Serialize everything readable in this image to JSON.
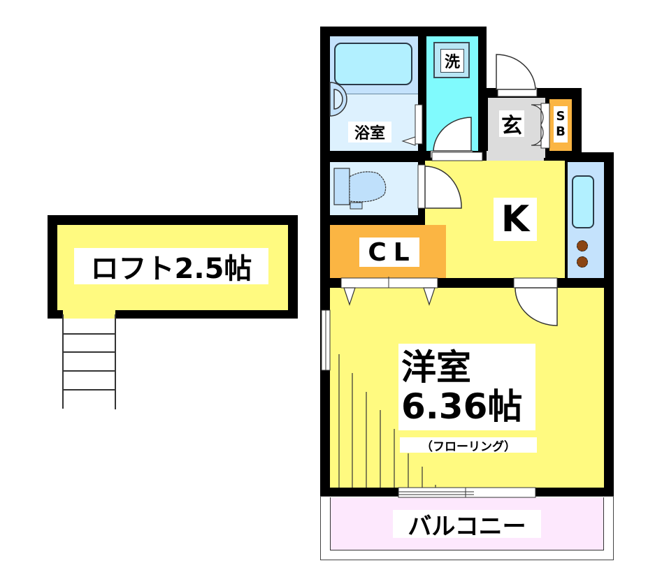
{
  "floorplan": {
    "loft": {
      "label": "ロフト2.5帖",
      "color": "#fffa80"
    },
    "bathroom": {
      "label": "浴室",
      "color": "#ddf1fe",
      "tub_color": "#b2f0ff",
      "tub_area_color": "#c4e2fc"
    },
    "washer": {
      "label": "洗",
      "color": "#80fafd"
    },
    "entrance": {
      "label": "玄",
      "color": "#dcdcdc"
    },
    "shoe_box": {
      "label_line1": "S",
      "label_line2": "B",
      "color": "#fbb543"
    },
    "toilet": {
      "color": "#ddf1fe",
      "fixture_color": "#bfe0fb"
    },
    "kitchen": {
      "label": "K",
      "color": "#fffa80",
      "counter_color": "#c4e2fc",
      "sink_color": "#b2f0ff",
      "burner_color": "#8b4513"
    },
    "closet": {
      "label": "CL",
      "color": "#fbb543"
    },
    "western_room": {
      "label_line1": "洋室",
      "label_line2": "6.36帖",
      "label_line3": "（フローリング）",
      "color": "#fffa80"
    },
    "balcony": {
      "label": "バルコニー",
      "color": "#fde8fd"
    }
  }
}
